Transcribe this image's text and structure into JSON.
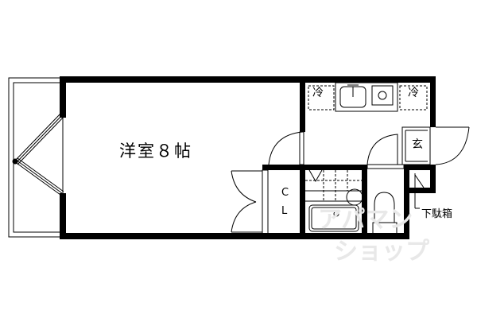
{
  "floorplan": {
    "rooms": {
      "western_room": "洋室８帖",
      "closet_c": "C",
      "closet_l": "L",
      "entrance": "玄",
      "shoe_box": "下駄箱"
    },
    "fixtures": {
      "fridge_left": "冷",
      "fridge_right": "冷"
    },
    "watermark": {
      "line1": "アパマン",
      "line2": "ショップ"
    },
    "colors": {
      "wall": "#000000",
      "background": "#ffffff",
      "watermark": "#e8e8e8"
    }
  }
}
